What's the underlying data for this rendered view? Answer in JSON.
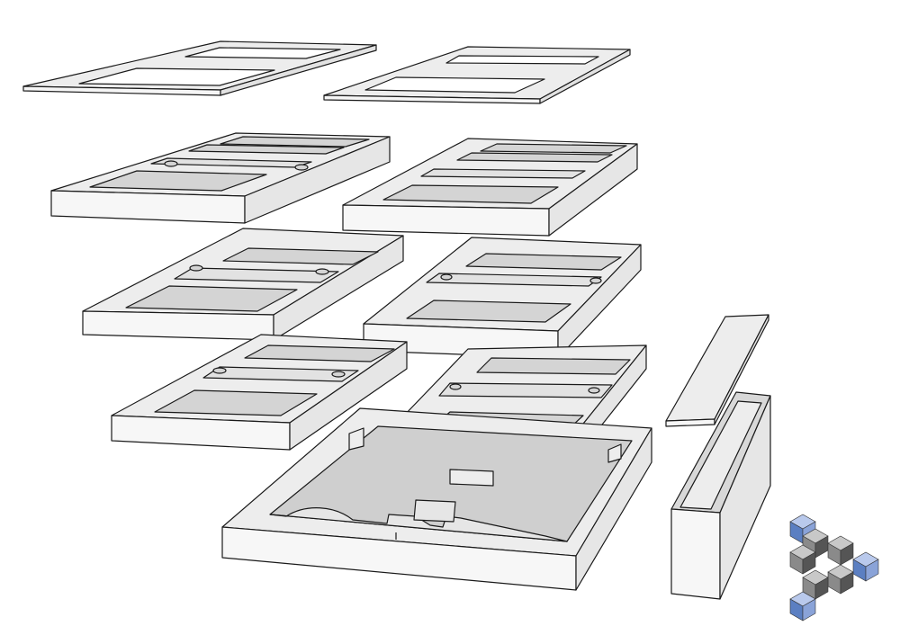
{
  "scene": {
    "colors": {
      "top_face": "#ededed",
      "side_face": "#f6f6f6",
      "cutout": "#d4d4d4",
      "floor": "#cfcfcf",
      "line": "#1a1a1a",
      "background": "#ffffff"
    },
    "parts": [
      {
        "id": "lid-panel-left",
        "kind": "lid-panel"
      },
      {
        "id": "lid-panel-right",
        "kind": "lid-panel"
      },
      {
        "id": "card-tray-level-1-left",
        "kind": "card-tray"
      },
      {
        "id": "card-tray-level-1-right",
        "kind": "card-tray"
      },
      {
        "id": "card-tray-level-2-left",
        "kind": "card-tray"
      },
      {
        "id": "card-tray-level-2-right",
        "kind": "card-tray"
      },
      {
        "id": "card-tray-level-3-left",
        "kind": "card-tray"
      },
      {
        "id": "card-tray-level-3-right",
        "kind": "card-tray"
      },
      {
        "id": "base-tray",
        "kind": "base-tray"
      },
      {
        "id": "side-box",
        "kind": "side-box"
      },
      {
        "id": "side-box-lid",
        "kind": "side-box-lid"
      }
    ]
  },
  "logo": {
    "icon": "impossible-cube-triangle-icon",
    "cube_colors": {
      "blue": "#5b7fc2",
      "light_blue": "#b9c9ec",
      "dark_gray": "#555555",
      "mid_gray": "#8a8a8a",
      "light_gray": "#c8c8c8"
    }
  }
}
